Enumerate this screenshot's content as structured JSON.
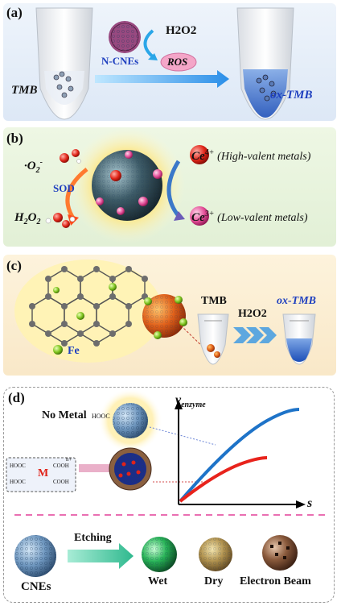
{
  "panel_a": {
    "label": "(a)",
    "substrate": "TMB",
    "catalyst": "N-CNEs",
    "oxidant": "H2O2",
    "species": "ROS",
    "product": "ox-TMB"
  },
  "panel_b": {
    "label": "(b)",
    "radical_main": "·O",
    "radical_sub": "2",
    "radical_sup": "-",
    "enzyme": "SOD",
    "peroxide_main": "H",
    "peroxide_sub1": "2",
    "peroxide_mid": "O",
    "peroxide_sub2": "2",
    "ce4_main": "Ce",
    "ce4_sup": "4+",
    "ce4_desc": "(High-valent metals)",
    "ce3_main": "Ce",
    "ce3_sup": "3+",
    "ce3_desc": "(Low-valent metals)"
  },
  "panel_c": {
    "label": "(c)",
    "dopant": "Fe",
    "substrate": "TMB",
    "oxidant": "H2O2",
    "product": "ox-TMB"
  },
  "panel_d": {
    "label": "(d)",
    "no_metal": "No Metal",
    "hooc_top": "HOOC",
    "ligand_hooc_1": "HOOC",
    "ligand_hooc_2": "HOOC",
    "ligand_cooh_1": "COOH",
    "ligand_cooh_2": "COOH",
    "metal": "M",
    "charge": "n+",
    "y_axis_main": "v",
    "y_axis_sub": "enzyme",
    "x_axis": "s",
    "cnes": "CNEs",
    "etching": "Etching",
    "wet": "Wet",
    "dry": "Dry",
    "ebeam": "Electron Beam"
  },
  "colors": {
    "panel_a_bg": "#e3ecf8",
    "panel_b_bg": "#e8f3dc",
    "panel_c_bg": "#fbeed3",
    "blue_curve": "#1e73c8",
    "red_curve": "#e8231c",
    "accent_blue": "#1e3fbf",
    "accent_magenta": "#e0245e",
    "divider": "#e96fb2"
  }
}
